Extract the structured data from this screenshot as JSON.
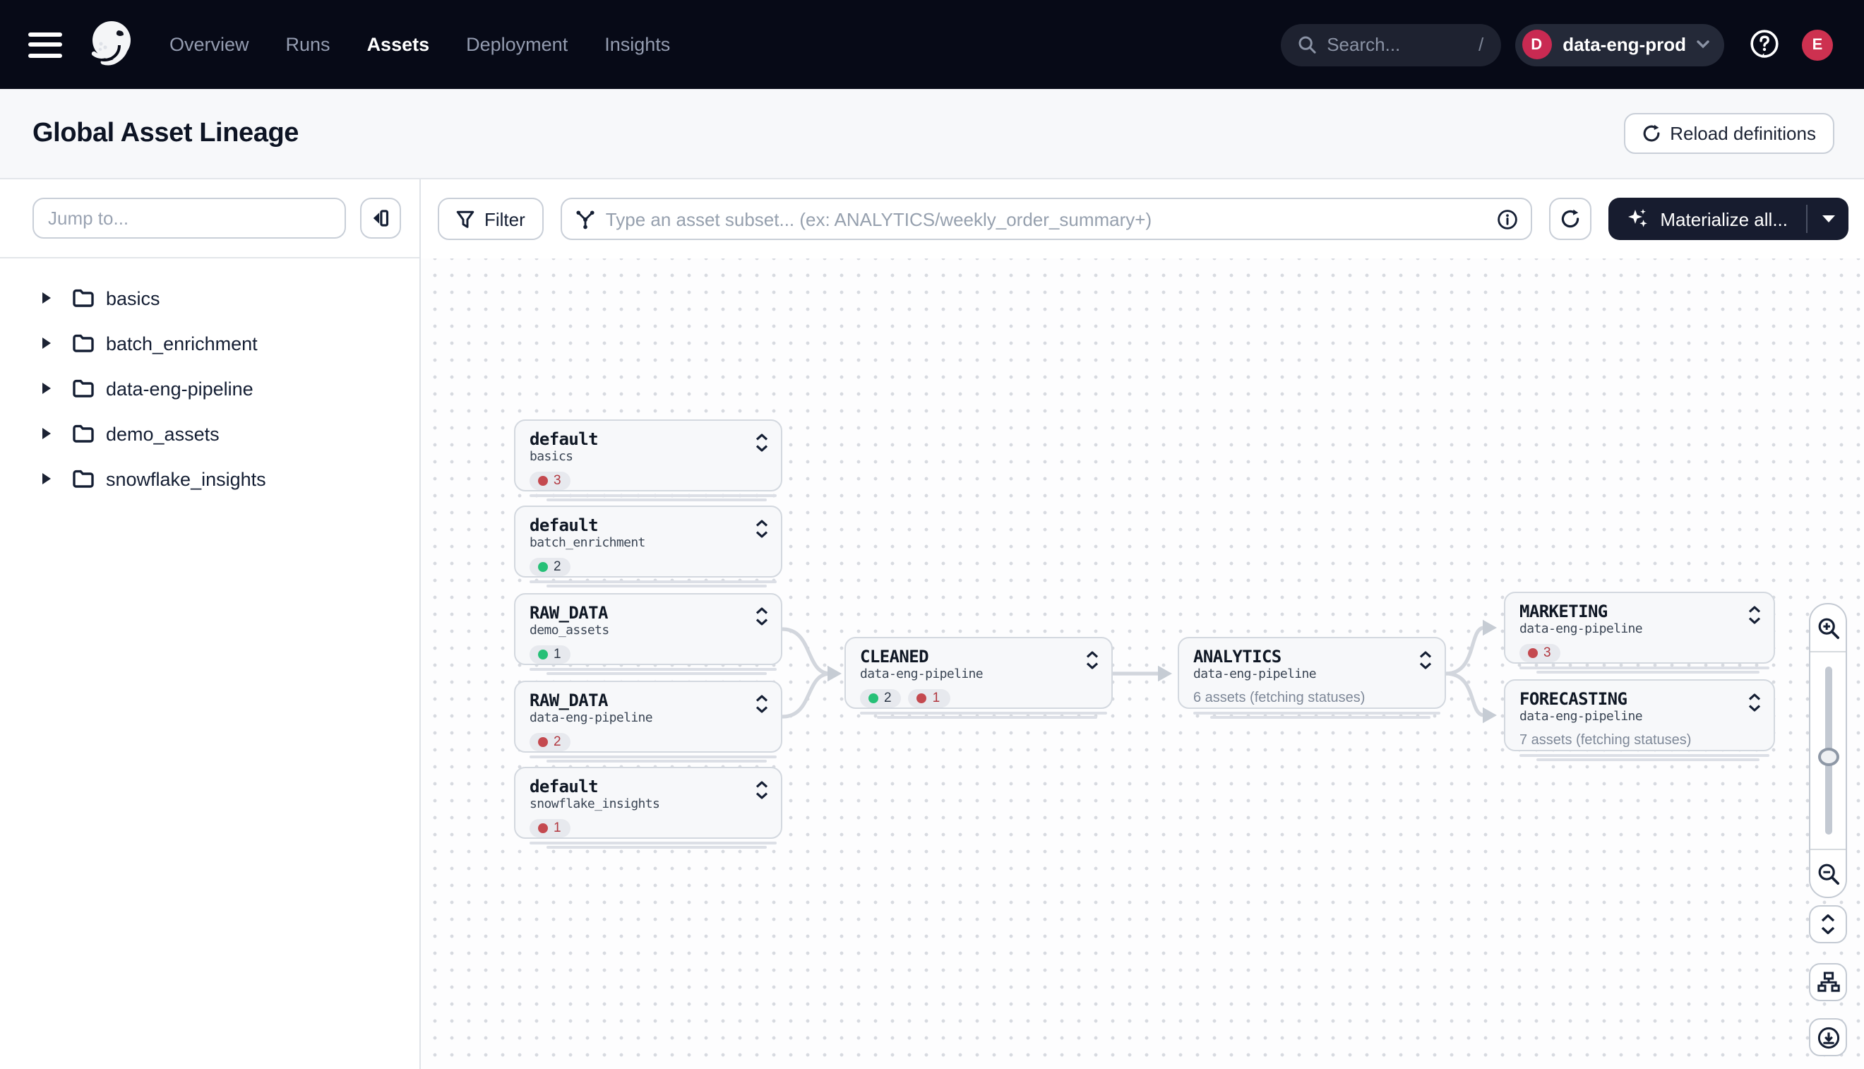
{
  "colors": {
    "topbar_bg": "#070a17",
    "accent_crimson": "#c92a52",
    "status_green": "#26c077",
    "status_red": "#c4494f",
    "dark_button": "#171c2f",
    "edge_gray": "#d2d6dd"
  },
  "icons": {
    "hamburger": "menu",
    "logo": "dagster-octopus",
    "search": "magnifier",
    "chevron_down": "v",
    "help": "question-bubble",
    "reload": "circular-arrow",
    "collapse_panel": "left-triangle-bar",
    "tree_caret": "right-triangle",
    "folder": "folder-outline",
    "filter": "funnel",
    "asset_selector": "node-asterisk",
    "info": "circled-i",
    "sparkle": "four-point-star",
    "node_expand": "up-down-chevrons",
    "zoom_in": "magnifier-plus",
    "zoom_out": "magnifier-minus",
    "fit_vertical": "up-down-chevrons",
    "layout_tree": "org-chart",
    "download_view": "circled-download"
  },
  "topbar": {
    "nav": [
      {
        "label": "Overview",
        "active": false
      },
      {
        "label": "Runs",
        "active": false
      },
      {
        "label": "Assets",
        "active": true
      },
      {
        "label": "Deployment",
        "active": false
      },
      {
        "label": "Insights",
        "active": false
      }
    ],
    "search": {
      "placeholder": "Search...",
      "shortcut": "/"
    },
    "deployment": {
      "initial": "D",
      "label": "data-eng-prod"
    },
    "user_initial": "E"
  },
  "header": {
    "title": "Global Asset Lineage",
    "reload_label": "Reload definitions"
  },
  "sidebar": {
    "jump_placeholder": "Jump to...",
    "folders": [
      {
        "label": "basics"
      },
      {
        "label": "batch_enrichment"
      },
      {
        "label": "data-eng-pipeline"
      },
      {
        "label": "demo_assets"
      },
      {
        "label": "snowflake_insights"
      }
    ]
  },
  "toolbar": {
    "filter_label": "Filter",
    "selector_placeholder": "Type an asset subset... (ex: ANALYTICS/weekly_order_summary+)",
    "materialize_label": "Materialize all..."
  },
  "graph": {
    "nodes": [
      {
        "title": "default",
        "subtitle": "basics",
        "badges": [
          {
            "status": "error",
            "count": "3"
          }
        ]
      },
      {
        "title": "default",
        "subtitle": "batch_enrichment",
        "badges": [
          {
            "status": "success",
            "count": "2"
          }
        ]
      },
      {
        "title": "RAW_DATA",
        "subtitle": "demo_assets",
        "badges": [
          {
            "status": "success",
            "count": "1"
          }
        ]
      },
      {
        "title": "RAW_DATA",
        "subtitle": "data-eng-pipeline",
        "badges": [
          {
            "status": "error",
            "count": "2"
          }
        ]
      },
      {
        "title": "default",
        "subtitle": "snowflake_insights",
        "badges": [
          {
            "status": "error",
            "count": "1"
          }
        ]
      },
      {
        "title": "CLEANED",
        "subtitle": "data-eng-pipeline",
        "badges": [
          {
            "status": "success",
            "count": "2"
          },
          {
            "status": "error",
            "count": "1"
          }
        ]
      },
      {
        "title": "ANALYTICS",
        "subtitle": "data-eng-pipeline",
        "status_text": "6 assets (fetching statuses)"
      },
      {
        "title": "MARKETING",
        "subtitle": "data-eng-pipeline",
        "badges": [
          {
            "status": "error",
            "count": "3"
          }
        ]
      },
      {
        "title": "FORECASTING",
        "subtitle": "data-eng-pipeline",
        "status_text": "7 assets (fetching statuses)"
      }
    ]
  }
}
